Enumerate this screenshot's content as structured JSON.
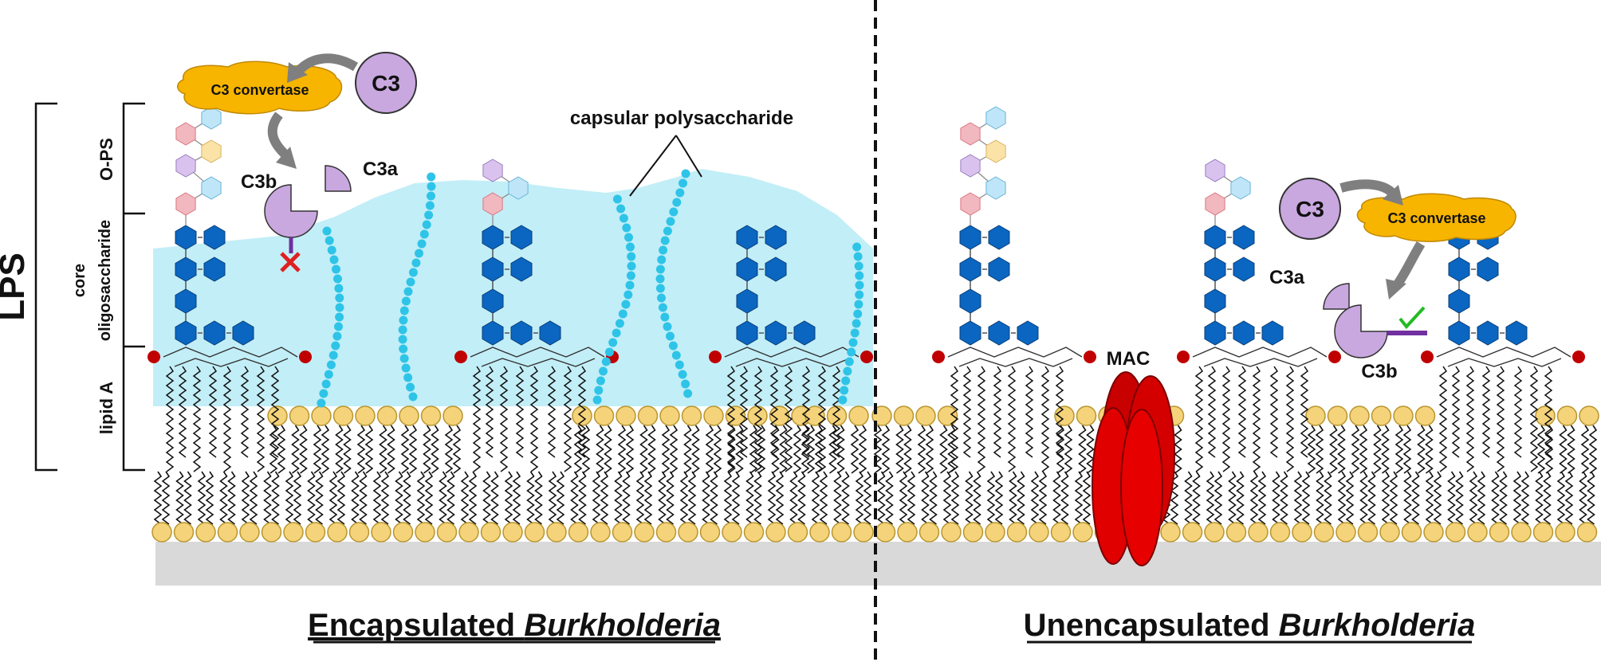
{
  "labels": {
    "lps": "LPS",
    "ops": "O-PS",
    "core_line1": "core",
    "core_line2": "oligosaccharide",
    "lipid_a": "lipid A",
    "capsular_polysaccharide": "capsular polysaccharide",
    "c3": "C3",
    "c3_convertase": "C3 convertase",
    "c3a": "C3a",
    "c3b": "C3b",
    "mac": "MAC"
  },
  "captions": {
    "left_prefix": "Encapsulated ",
    "left_italic": "Burkholderia",
    "right_prefix": "Unencapsulated ",
    "right_italic": "Burkholderia"
  },
  "colors": {
    "capsule": "#c2eef7",
    "capsule_bead": "#2ec4e8",
    "core_sugar": "#0a66c0",
    "lipid_head": "#f5d37a",
    "lipid_head_stroke": "#b8962f",
    "phosphate": "#c00000",
    "c3_protein": "#c9a8e0",
    "convertase": "#f7b500",
    "mac": "#dd0000",
    "blocked_mark": "#e02020",
    "bond_mark": "#22bb22",
    "bond_line": "#7030a0",
    "membrane_base": "#d9d9d9"
  },
  "icons": {
    "blocked": "red-x-icon",
    "bonded": "green-check-icon"
  }
}
